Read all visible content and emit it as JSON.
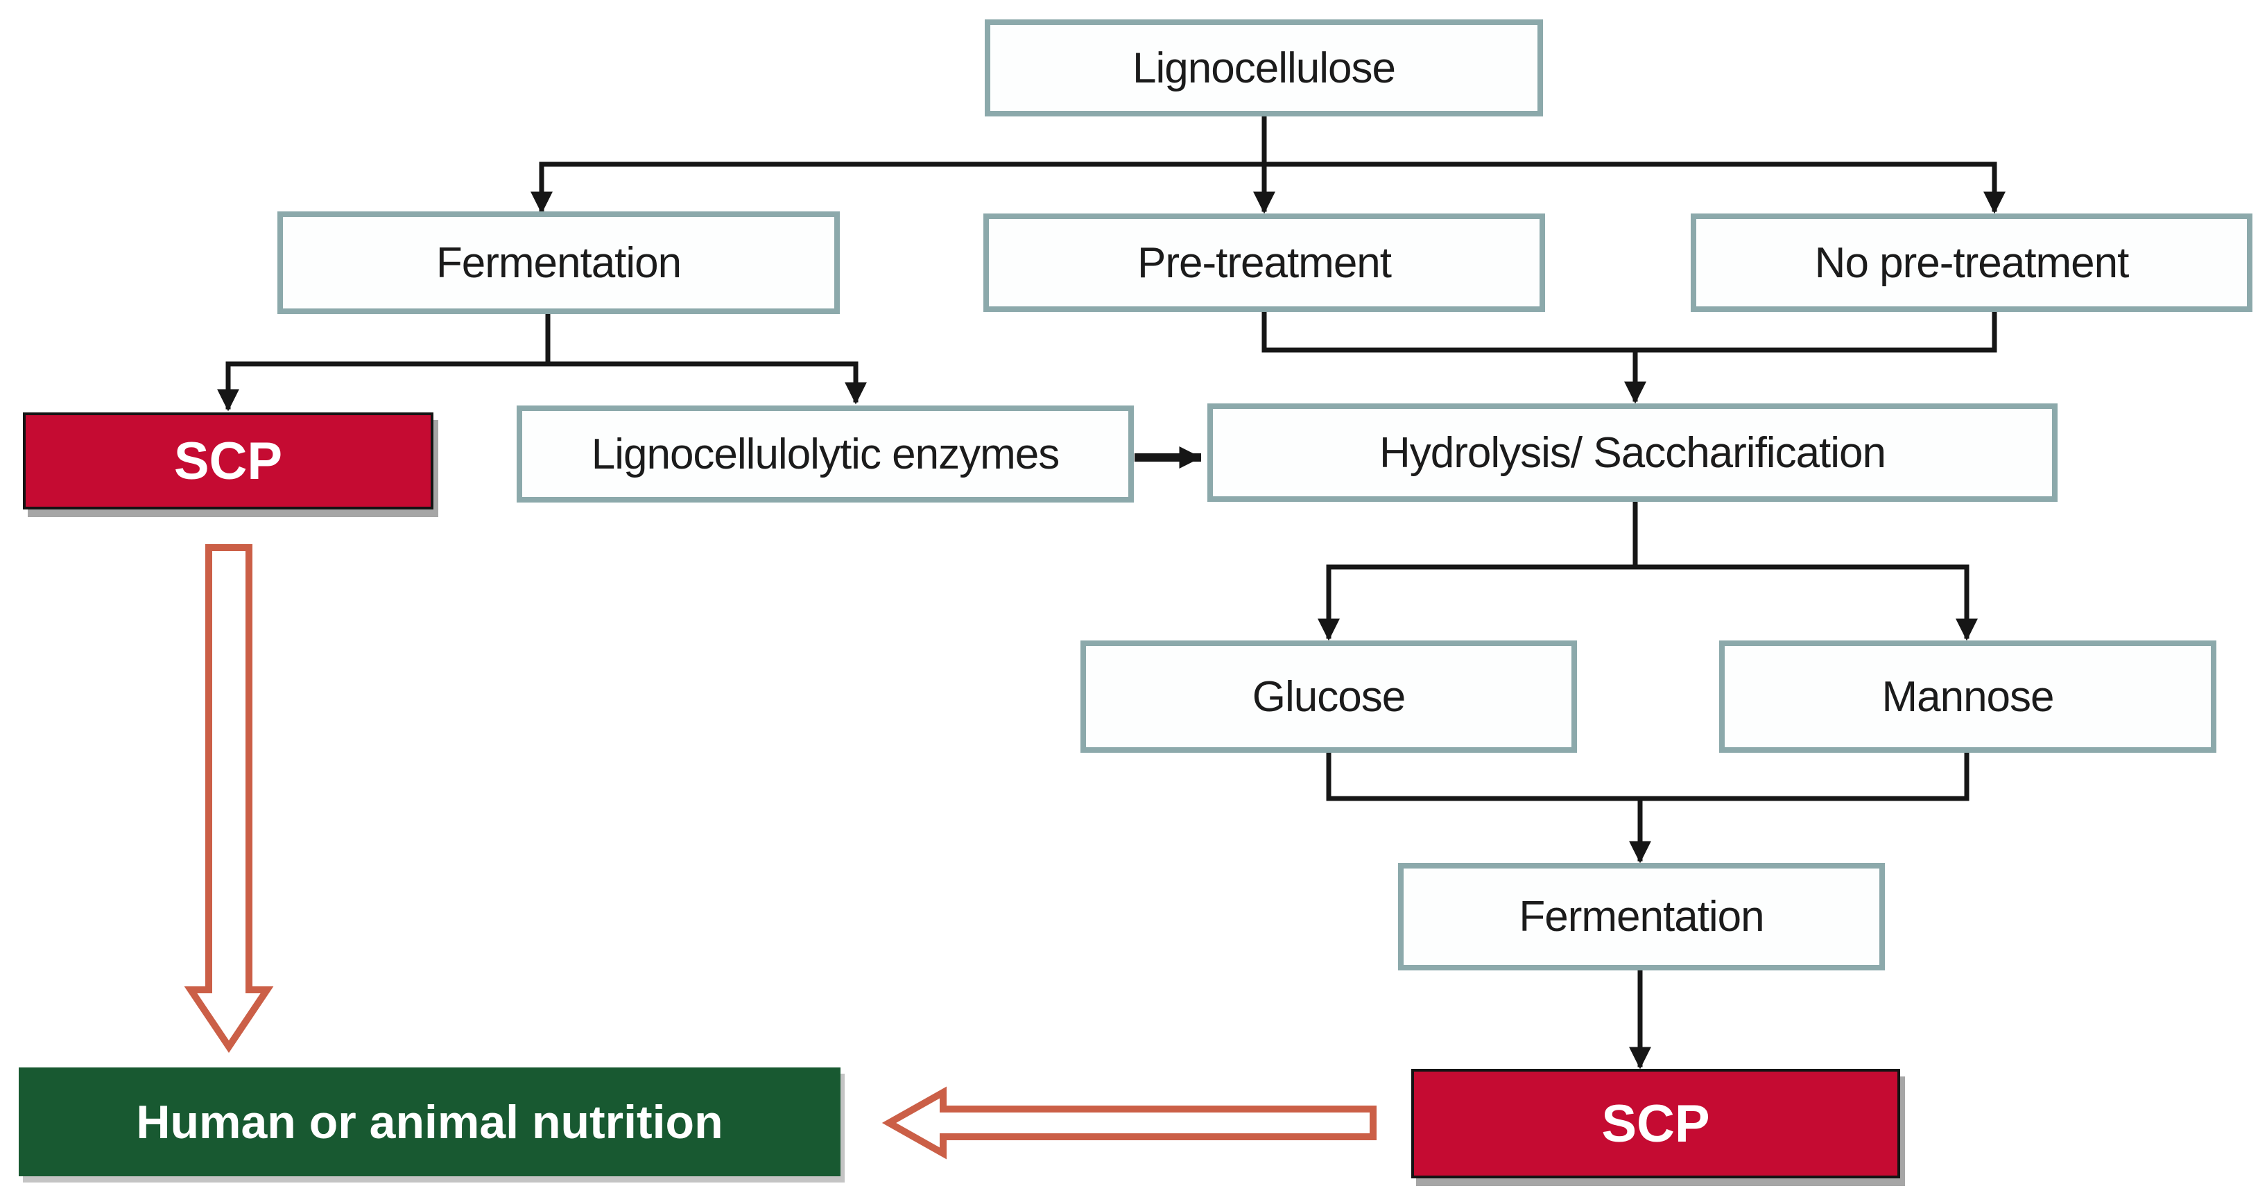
{
  "diagram": {
    "description": "Flowchart of single cell protein (SCP) production from lignocellulose for human or animal nutrition",
    "nodes": {
      "lignocellulose": {
        "label": "Lignocellulose",
        "type": "process-box"
      },
      "fermentation_top": {
        "label": "Fermentation",
        "type": "process-box"
      },
      "pretreatment": {
        "label": "Pre-treatment",
        "type": "process-box"
      },
      "no_pretreatment": {
        "label": "No pre-treatment",
        "type": "process-box"
      },
      "scp_left": {
        "label": "SCP",
        "type": "product-box-red"
      },
      "enzymes": {
        "label": "Lignocellulolytic enzymes",
        "type": "process-box"
      },
      "hydrolysis": {
        "label": "Hydrolysis/ Saccharification",
        "type": "process-box"
      },
      "glucose": {
        "label": "Glucose",
        "type": "process-box"
      },
      "mannose": {
        "label": "Mannose",
        "type": "process-box"
      },
      "fermentation_bottom": {
        "label": "Fermentation",
        "type": "process-box"
      },
      "scp_bottom": {
        "label": "SCP",
        "type": "product-box-red"
      },
      "nutrition": {
        "label": "Human or animal nutrition",
        "type": "outcome-box-green"
      }
    },
    "colors": {
      "background": "#ffffff",
      "box_border": "#8ca9ab",
      "box_fill": "#fdfefe",
      "box_text": "#1b1b1b",
      "red_fill": "#c50b32",
      "red_border": "#141414",
      "green_fill": "#185931",
      "light_text": "#ffffff",
      "connector": "#161616",
      "hollow_arrow": "#cb5f47",
      "shadow": "#a6a6a6"
    }
  }
}
